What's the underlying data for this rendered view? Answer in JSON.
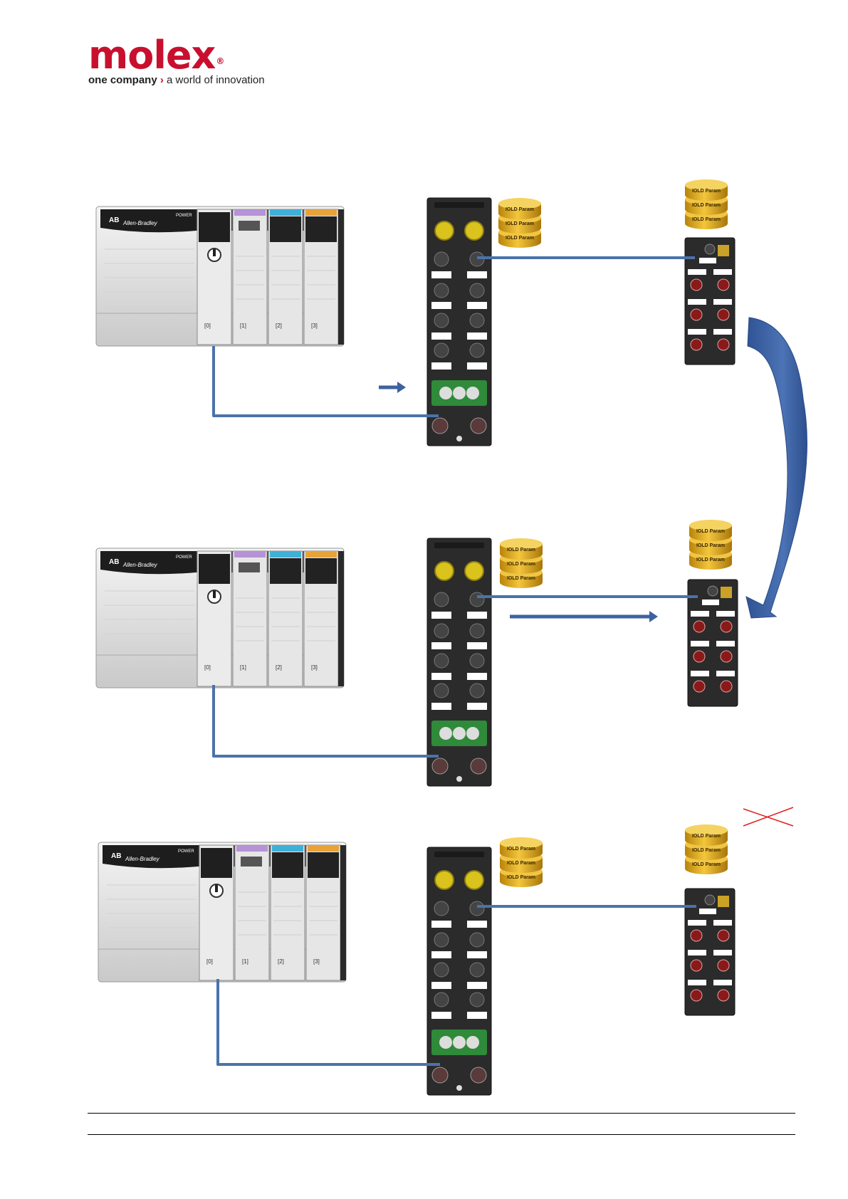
{
  "logo": {
    "word": "molex",
    "registered": "®",
    "tagline_bold": "one company",
    "tagline_chevron": "›",
    "tagline_rest": "a world of innovation"
  },
  "plc": {
    "brand": "Allen-Bradley",
    "badge": "AB",
    "power_label": "POWER",
    "slots": [
      "[0]",
      "[1]",
      "[2]",
      "[3]"
    ]
  },
  "iold_label": "IOLD Param",
  "colors": {
    "cable": "#4a73aa",
    "arrow": "#3e62a0",
    "cross": "#e02020",
    "gold": "#e0ad1a"
  }
}
